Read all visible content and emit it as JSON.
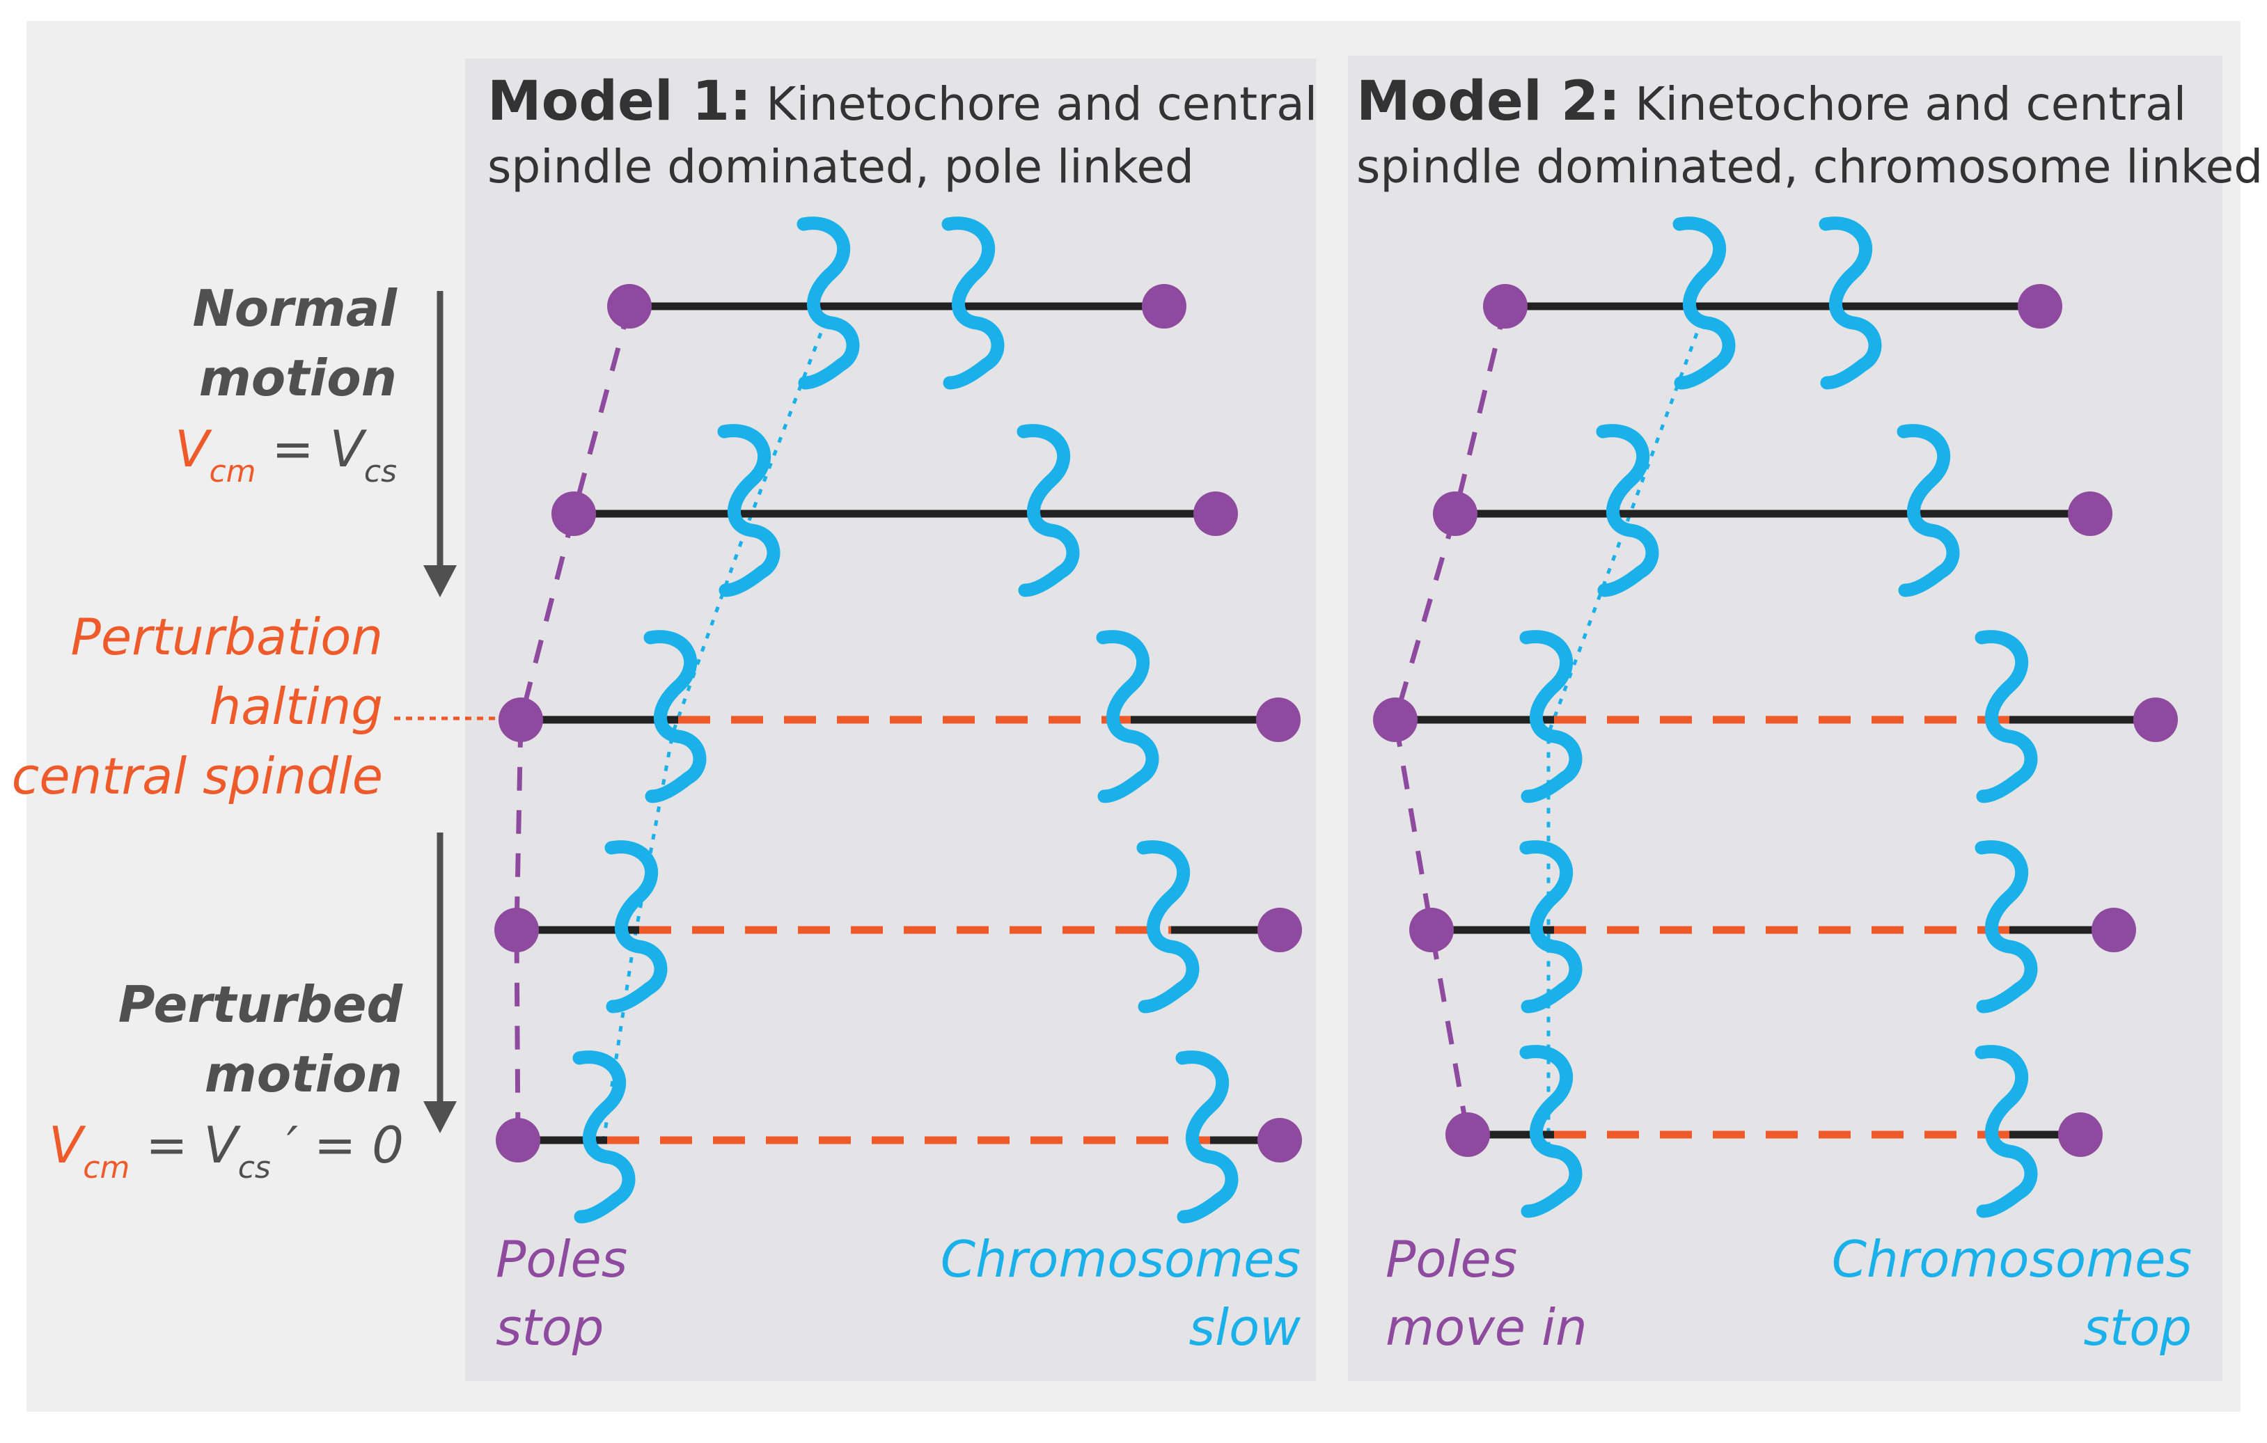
{
  "left": {
    "normal_line1": "Normal",
    "normal_line2": "motion",
    "eq1_v": "V",
    "eq1_sub": "cm",
    "eq1_rest": " = V",
    "eq1_sub2": "cs",
    "perturbation_line1": "Perturbation",
    "perturbation_line2": "halting",
    "perturbation_line3": "central spindle",
    "perturbed_line1": "Perturbed",
    "perturbed_line2": "motion",
    "eq2_v": "V",
    "eq2_sub": "cm",
    "eq2_rest": " = V",
    "eq2_sub2": "cs",
    "eq2_tail": " ′ = 0"
  },
  "model1": {
    "title_bold": "Model 1:",
    "title_rest": " Kinetochore and central",
    "title_line2": "spindle dominated, pole linked",
    "poles_line1": "Poles",
    "poles_line2": "stop",
    "chrom_line1": "Chromosomes",
    "chrom_line2": "slow"
  },
  "model2": {
    "title_bold": "Model 2:",
    "title_rest": " Kinetochore and central",
    "title_line2": "spindle dominated, chromosome linked",
    "poles_line1": "Poles",
    "poles_line2": "move in",
    "chrom_line1": "Chromosomes",
    "chrom_line2": "stop"
  },
  "colors": {
    "pole": "#8e4a9e",
    "chromosome": "#1ab0ea",
    "perturb": "#ee5a2a",
    "spindle": "#222222",
    "panel": "#e4e4e6",
    "background": "#efefef",
    "dark_text": "#505050"
  }
}
